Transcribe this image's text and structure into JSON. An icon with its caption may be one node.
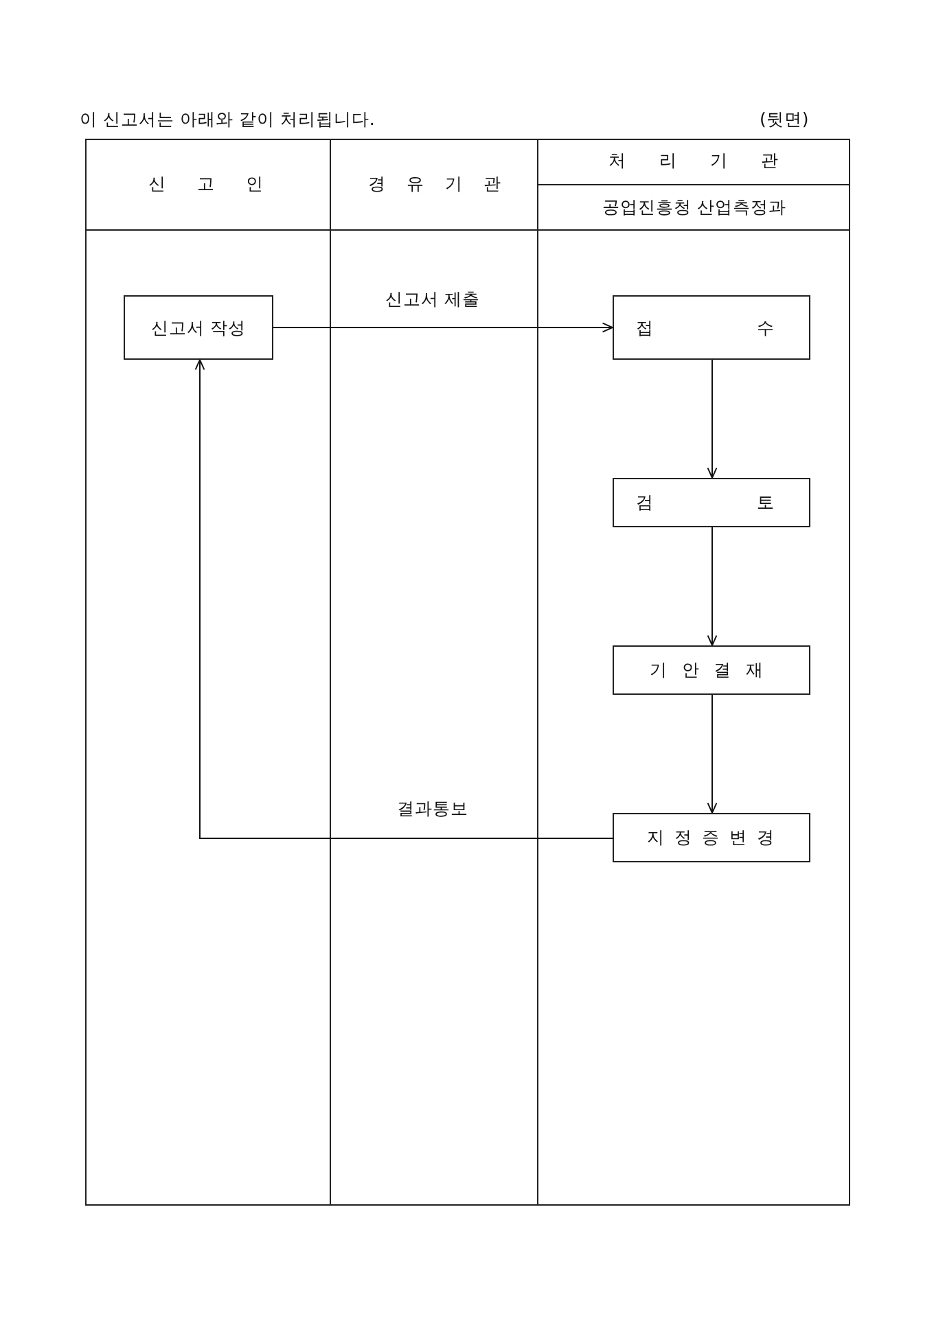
{
  "diagram": {
    "title": "이 신고서는 아래와 같이 처리됩니다.",
    "nodes": [
      {
        "text": [
          "신고서 작성"
        ]
      },
      {
        "text": [
          "접 수"
        ]
      },
      {
        "text": [
          "검 토"
        ]
      },
      {
        "text": [
          "기 안 결 재"
        ]
      },
      {
        "text": [
          "지 정 증 변 경"
        ]
      }
    ],
    "edges": [
      {
        "from": 0,
        "to": 1,
        "arrow": "to",
        "label": "신고서 제출"
      },
      {
        "from": 1,
        "to": 2,
        "arrow": "to"
      },
      {
        "from": 2,
        "to": 3,
        "arrow": "to"
      },
      {
        "from": 3,
        "to": 4,
        "arrow": "to"
      },
      {
        "from": 4,
        "to": 0,
        "arrow": "to",
        "label": "결과통보"
      }
    ],
    "labels": [
      "(뒷면)",
      "신 고 인",
      "경 유 기 관",
      "처 리 기 관",
      "공업진흥청 산업측정과"
    ]
  }
}
